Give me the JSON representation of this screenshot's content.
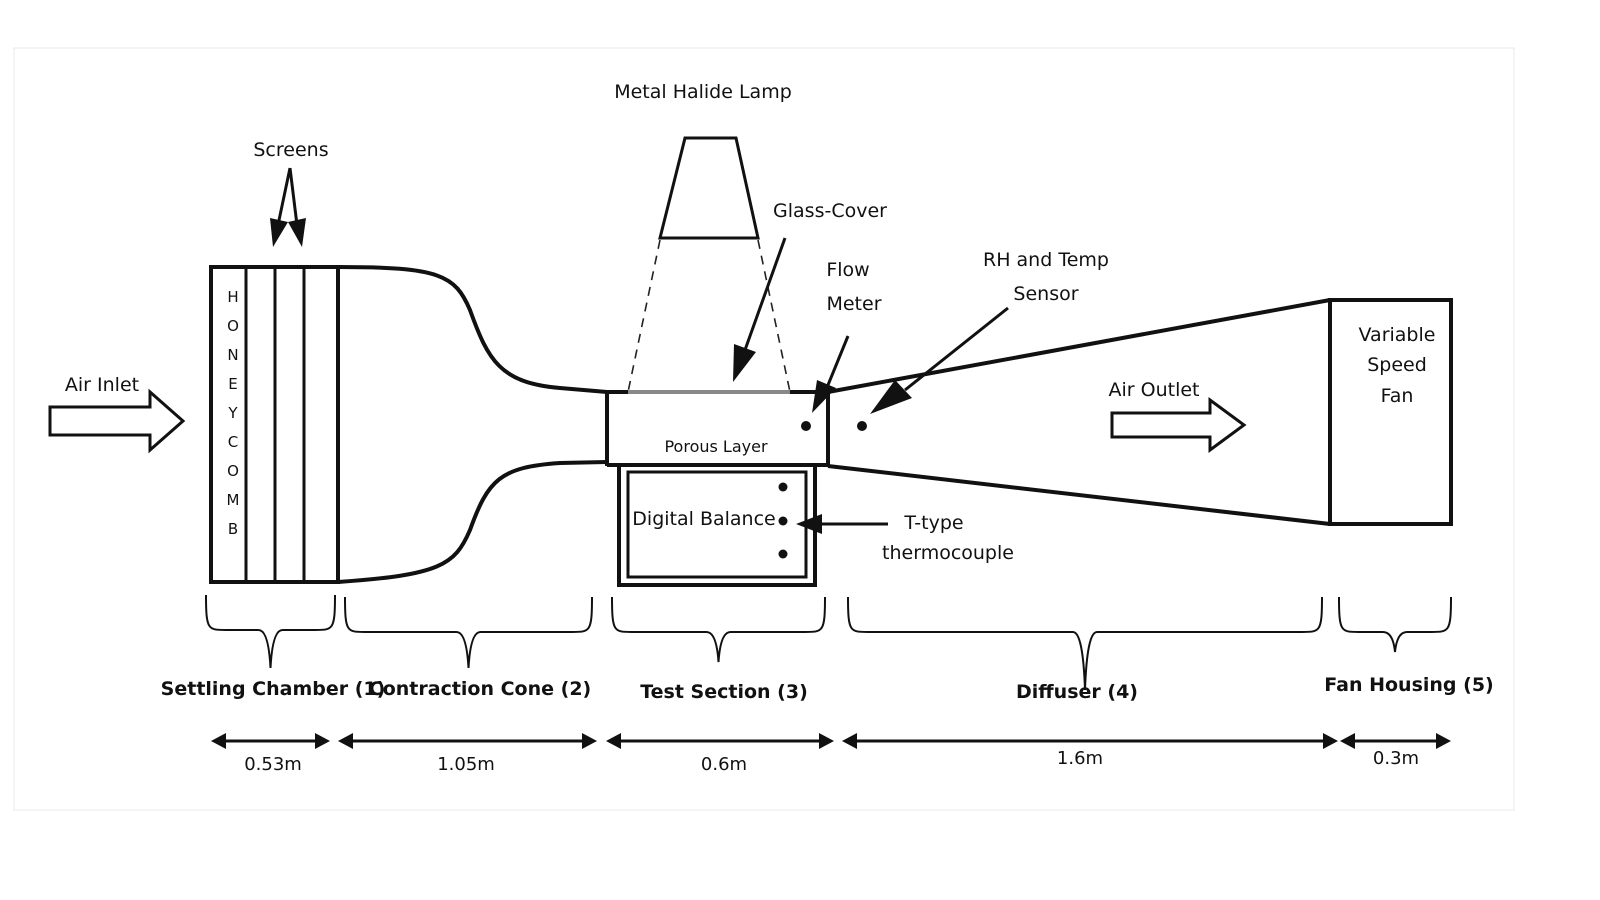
{
  "diagram": {
    "title": "Wind tunnel experimental setup",
    "components": {
      "lamp": "Metal Halide Lamp",
      "screens": "Screens",
      "honeycomb_letters": [
        "H",
        "O",
        "N",
        "E",
        "Y",
        "C",
        "O",
        "M",
        "B"
      ],
      "glass_cover": "Glass-Cover",
      "flow_meter_line1": "Flow",
      "flow_meter_line2": "Meter",
      "rh_sensor_line1": "RH and Temp",
      "rh_sensor_line2": "Sensor",
      "fan_line1": "Variable",
      "fan_line2": "Speed",
      "fan_line3": "Fan",
      "air_inlet": "Air Inlet",
      "air_outlet": "Air Outlet",
      "porous_layer": "Porous Layer",
      "digital_balance": "Digital Balance",
      "thermocouple_line1": "T-type",
      "thermocouple_line2": "thermocouple"
    },
    "sections": [
      {
        "name": "Settling Chamber (1)",
        "length": "0.53m"
      },
      {
        "name": "Contraction Cone (2)",
        "length": "1.05m"
      },
      {
        "name": "Test Section (3)",
        "length": "0.6m"
      },
      {
        "name": "Diffuser (4)",
        "length": "1.6m"
      },
      {
        "name": "Fan Housing (5)",
        "length": "0.3m"
      }
    ]
  }
}
